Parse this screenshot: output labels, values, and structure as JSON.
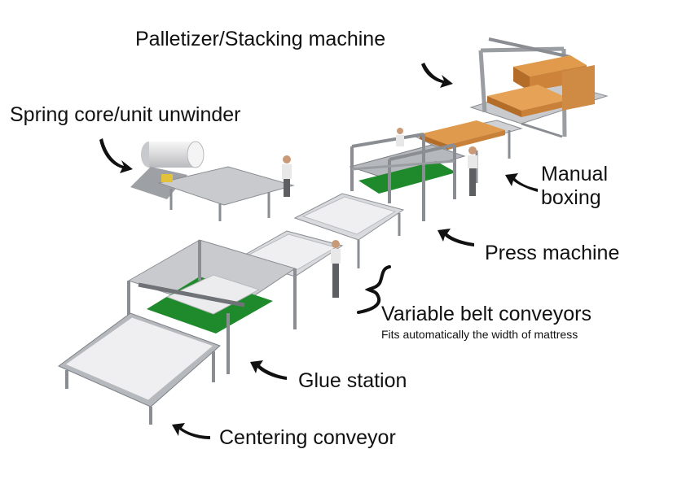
{
  "labels": {
    "palletizer": "Palletizer/Stacking machine",
    "spring_core": "Spring core/unit unwinder",
    "manual_boxing_line1": "Manual",
    "manual_boxing_line2": "boxing",
    "press_machine": "Press machine",
    "variable_belt": "Variable belt conveyors",
    "variable_belt_sub": "Fits automatically the width of mattress",
    "glue_station": "Glue station",
    "centering_conveyor": "Centering conveyor"
  },
  "colors": {
    "frame": "#a7aab0",
    "frame_dark": "#7d8086",
    "belt_green": "#1f8a2c",
    "mattress": "#ececee",
    "box_orange": "#d58a3c",
    "box_orange_dark": "#b8702a",
    "label_text": "#111111"
  },
  "icons": [
    "curved-arrow-icon",
    "brace-icon",
    "worker-icon"
  ]
}
